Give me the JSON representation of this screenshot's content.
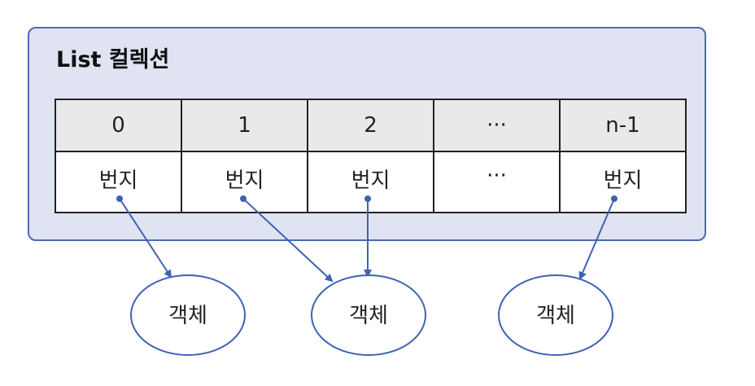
{
  "title": "List 컬렉션",
  "indices": [
    "0",
    "1",
    "2",
    "···",
    "n-1"
  ],
  "slots": [
    "번지",
    "번지",
    "번지",
    "···",
    "번지"
  ],
  "objects": [
    "객체",
    "객체",
    "객체"
  ],
  "colors": {
    "container_fill": "#dfe3f2",
    "container_border": "#4a6bb5",
    "arrow": "#3d63b1",
    "index_row_fill": "#e9e9e9"
  }
}
